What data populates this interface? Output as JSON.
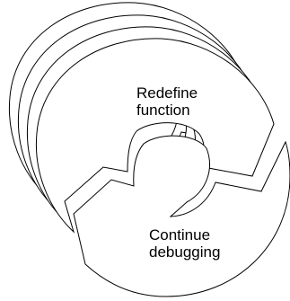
{
  "diagram": {
    "labels": {
      "redefine": [
        "Redefine",
        "function"
      ],
      "continue": [
        "Continue",
        "debugging"
      ]
    },
    "colors": {
      "stroke": "#000000",
      "fill": "#ffffff"
    }
  }
}
